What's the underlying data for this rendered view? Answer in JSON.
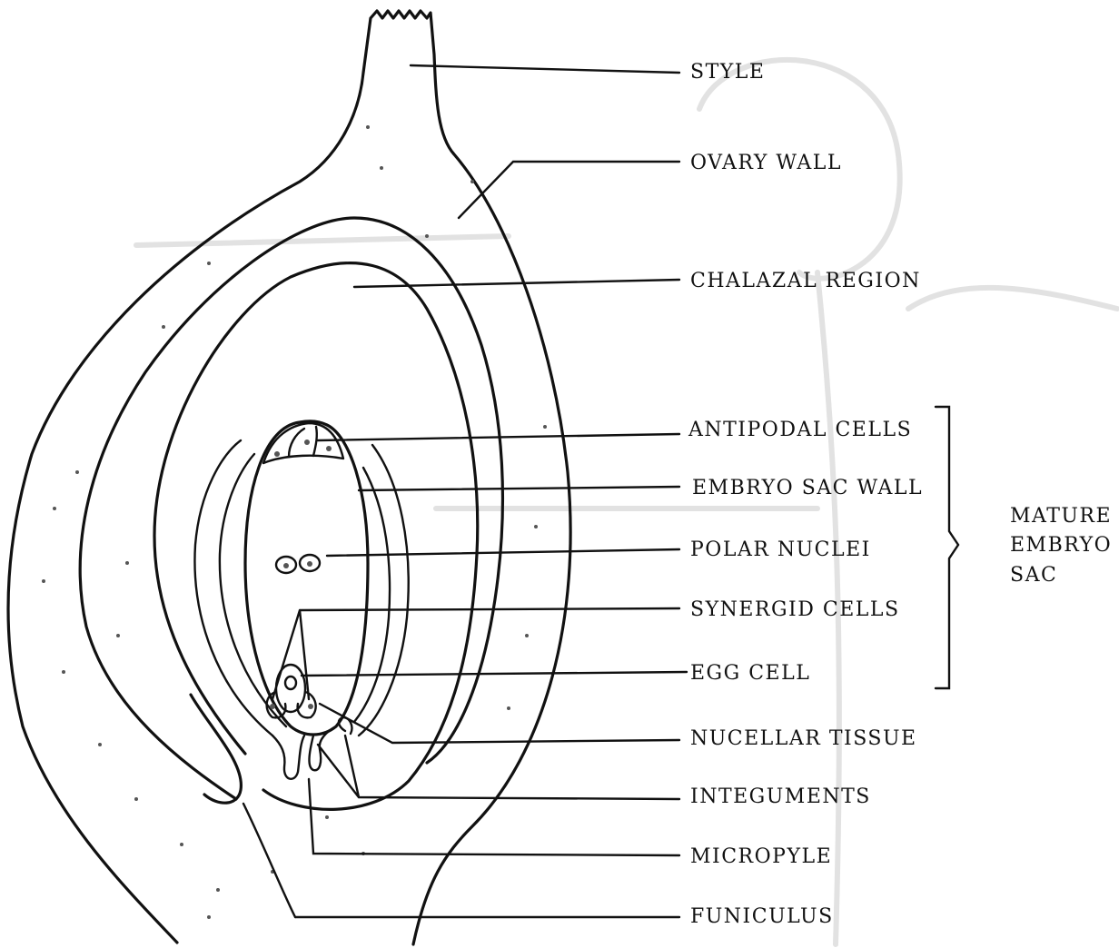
{
  "labels": {
    "style": "STYLE",
    "ovary_wall": "OVARY WALL",
    "chalazal_region": "CHALAZAL REGION",
    "antipodal_cells": "ANTIPODAL CELLS",
    "embryo_sac_wall": "EMBRYO SAC WALL",
    "polar_nuclei": "POLAR NUCLEI",
    "synergid_cells": "SYNERGID CELLS",
    "egg_cell": "EGG CELL",
    "nucellar_tissue": "NUCELLAR TISSUE",
    "integuments": "INTEGUMENTS",
    "micropyle": "MICROPYLE",
    "funiculus": "FUNICULUS"
  },
  "bracket_label": {
    "line1": "MATURE",
    "line2": "EMBRYO",
    "line3": "SAC"
  }
}
